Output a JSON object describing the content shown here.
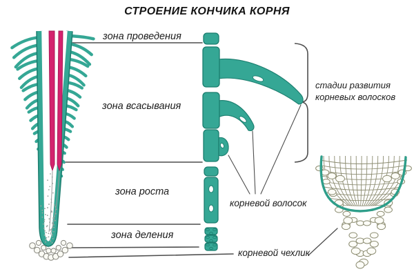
{
  "title": "СТРОЕНИЕ КОНЧИКА КОРНЯ",
  "zones": {
    "conduction": "зона проведения",
    "absorption": "зона всасывания",
    "growth": "зона роста",
    "division": "зона деления"
  },
  "labels": {
    "stages_line1": "стадии развития",
    "stages_line2": "корневых волосков",
    "root_hair": "корневой волосок",
    "root_cap": "корневой чехлик"
  },
  "colors": {
    "tissue_teal": "#35A795",
    "tissue_teal_dark": "#1B7D6E",
    "vascular_pink": "#D4226E",
    "vascular_pink_dark": "#A61653",
    "annotation_line": "#4D4D4D",
    "cell_olive": "#8B8B70",
    "cap_circle_gray": "#83837A",
    "dot_gray": "#98A39D",
    "background": "#FFFFFF"
  }
}
